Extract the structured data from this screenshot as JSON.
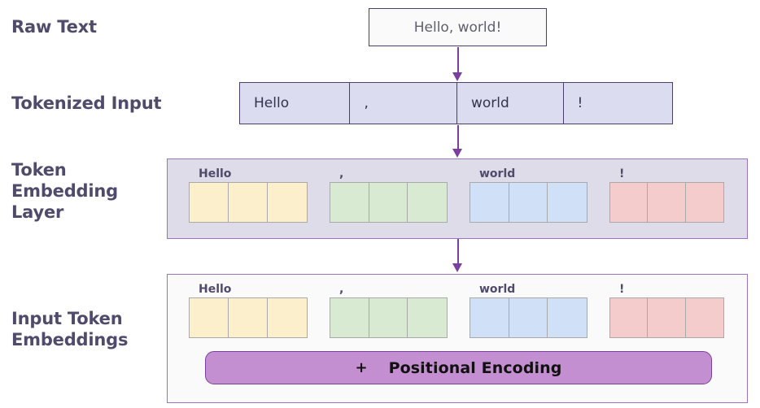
{
  "colors": {
    "label_text": "#504a6b",
    "arrow": "#7b3fa0",
    "panel_border": "#9b72c0",
    "token_strip_fill": "#dcdcf0",
    "token_strip_border": "#4a3f6b",
    "embedding_panel_fill": "#dedce9",
    "input_panel_fill": "#fafafa",
    "positional_bar_fill": "#c48fd0",
    "vector_yellow": "#fbf0cb",
    "vector_green": "#d9ead3",
    "vector_blue": "#cfe0f7",
    "vector_pink": "#f4cccc"
  },
  "rows": {
    "raw_text": {
      "label": "Raw Text"
    },
    "tokenized": {
      "label": "Tokenized Input"
    },
    "token_embedding": {
      "label": "Token\nEmbedding\nLayer"
    },
    "input_embeddings": {
      "label": "Input Token\nEmbeddings"
    }
  },
  "raw_text_box": {
    "value": "Hello, world!"
  },
  "tokenized_input": {
    "tokens": [
      "Hello",
      ",",
      "world",
      "!"
    ]
  },
  "token_embedding_layer": {
    "groups": [
      {
        "label": "Hello",
        "color": "#fbf0cb",
        "cells": [
          "",
          "",
          ""
        ]
      },
      {
        "label": ",",
        "color": "#d9ead3",
        "cells": [
          "",
          "",
          ""
        ]
      },
      {
        "label": "world",
        "color": "#cfe0f7",
        "cells": [
          "",
          "",
          ""
        ]
      },
      {
        "label": "!",
        "color": "#f4cccc",
        "cells": [
          "",
          "",
          ""
        ]
      }
    ]
  },
  "input_token_embeddings": {
    "groups": [
      {
        "label": "Hello",
        "color": "#fbf0cb",
        "cells": [
          "",
          "",
          ""
        ]
      },
      {
        "label": ",",
        "color": "#d9ead3",
        "cells": [
          "",
          "",
          ""
        ]
      },
      {
        "label": "world",
        "color": "#cfe0f7",
        "cells": [
          "",
          "",
          ""
        ]
      },
      {
        "label": "!",
        "color": "#f4cccc",
        "cells": [
          "",
          "",
          ""
        ]
      }
    ],
    "positional_encoding": {
      "plus": "+",
      "label": "Positional Encoding"
    }
  },
  "arrows": [
    {
      "name": "arrow-raw-to-tokenized"
    },
    {
      "name": "arrow-tokenized-to-embedding"
    },
    {
      "name": "arrow-embedding-to-input"
    }
  ]
}
